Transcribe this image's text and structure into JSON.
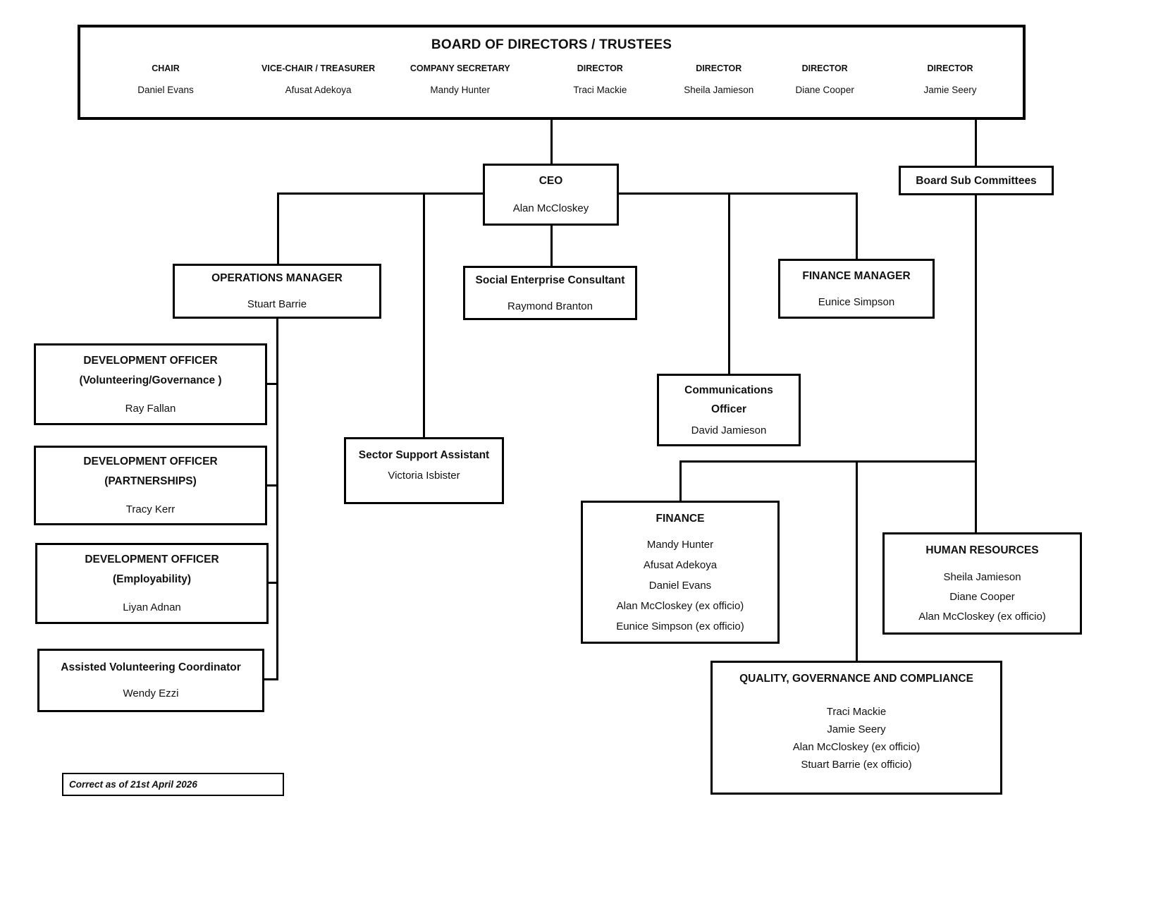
{
  "board": {
    "title": "BOARD OF DIRECTORS / TRUSTEES",
    "positions": [
      {
        "role": "CHAIR",
        "name": "Daniel Evans"
      },
      {
        "role": "VICE-CHAIR / TREASURER",
        "name": "Afusat Adekoya"
      },
      {
        "role": "COMPANY SECRETARY",
        "name": "Mandy Hunter"
      },
      {
        "role": "DIRECTOR",
        "name": "Traci Mackie"
      },
      {
        "role": "DIRECTOR",
        "name": "Sheila Jamieson"
      },
      {
        "role": "DIRECTOR",
        "name": "Diane Cooper"
      },
      {
        "role": "DIRECTOR",
        "name": "Jamie Seery"
      }
    ]
  },
  "ceo": {
    "title": "CEO",
    "name": "Alan McCloskey"
  },
  "board_sub_committees": {
    "title": "Board Sub Committees"
  },
  "operations_manager": {
    "title": "OPERATIONS MANAGER",
    "name": "Stuart Barrie"
  },
  "social_enterprise_consultant": {
    "title": "Social Enterprise Consultant",
    "name": "Raymond Branton"
  },
  "finance_manager": {
    "title": "FINANCE MANAGER",
    "name": "Eunice Simpson"
  },
  "development_officer_volunteering": {
    "title": "DEVELOPMENT OFFICER",
    "subtitle": "(Volunteering/Governance )",
    "name": "Ray Fallan"
  },
  "development_officer_partnerships": {
    "title": "DEVELOPMENT OFFICER",
    "subtitle": "(PARTNERSHIPS)",
    "name": "Tracy Kerr"
  },
  "development_officer_employability": {
    "title": "DEVELOPMENT OFFICER",
    "subtitle": "(Employability)",
    "name": "Liyan Adnan"
  },
  "assisted_volunteering_coordinator": {
    "title": "Assisted Volunteering Coordinator",
    "name": "Wendy Ezzi"
  },
  "sector_support_assistant": {
    "title": "Sector Support Assistant",
    "name": "Victoria Isbister"
  },
  "communications_officer": {
    "title_line1": "Communications",
    "title_line2": "Officer",
    "name": "David Jamieson"
  },
  "finance_committee": {
    "title": "FINANCE",
    "members": [
      "Mandy Hunter",
      "Afusat Adekoya",
      "Daniel Evans",
      "Alan McCloskey (ex officio)",
      "Eunice Simpson (ex officio)"
    ]
  },
  "human_resources_committee": {
    "title": "HUMAN RESOURCES",
    "members": [
      "Sheila Jamieson",
      "Diane Cooper",
      "Alan McCloskey (ex officio)"
    ]
  },
  "quality_governance_committee": {
    "title": "QUALITY, GOVERNANCE AND COMPLIANCE",
    "members": [
      "Traci Mackie",
      "Jamie Seery",
      "Alan McCloskey (ex officio)",
      "Stuart Barrie (ex officio)"
    ]
  },
  "footnote": {
    "text": "Correct as of 21st April 2026"
  },
  "colors": {
    "line": "#000000",
    "background": "#ffffff",
    "text": "#111111"
  }
}
